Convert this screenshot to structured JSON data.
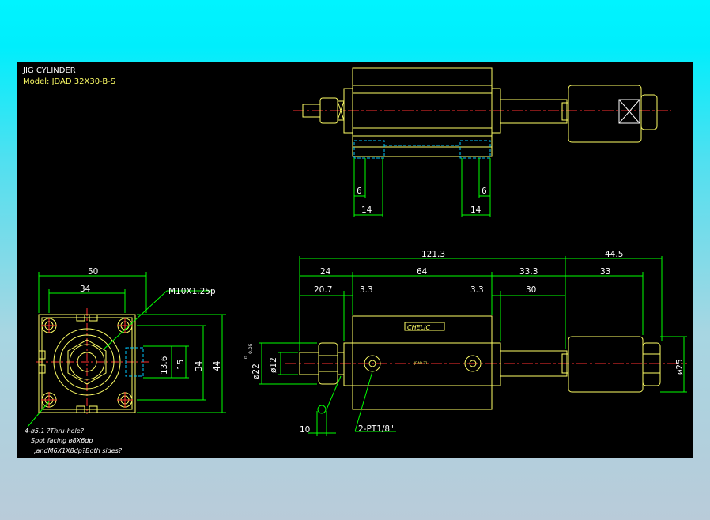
{
  "title": {
    "line1": "JIG CYLINDER",
    "line2": "Model: JDAD 32X30-B-S"
  },
  "colors": {
    "outline": "#ffff66",
    "dimension": "#00ff00",
    "centerline": "#ff3030",
    "hidden": "#00c8ff",
    "text": "#ffffff",
    "background": "#000000"
  },
  "dimensions": {
    "top_view": {
      "left_6": "6",
      "left_14": "14",
      "right_6": "6",
      "right_14": "14"
    },
    "end_view": {
      "width_50": "50",
      "width_34": "34",
      "thread": "M10X1.25p",
      "height_44": "44",
      "height_34": "34",
      "height_15": "15",
      "height_13_6": "13.6"
    },
    "side_view": {
      "overall": "121.3",
      "rod_ext": "44.5",
      "d24": "24",
      "d64": "64",
      "d33_3": "33.3",
      "d33": "33",
      "d20_7": "20.7",
      "d3_3_left": "3.3",
      "d3_3_right": "3.3",
      "d30": "30",
      "dia22": "ø22",
      "dia22_tol": "-0.05",
      "dia22_tol2": "0",
      "dia12": "ø12",
      "dia25": "ø25",
      "d10": "10",
      "port": "2-PT1/8\""
    }
  },
  "notes": [
    "4-ø5.1 ?Thru-hole?",
    "Spot facing ø8X6dp",
    ",andM6X1X8dp?Both sides?"
  ],
  "labels": {
    "brand": "CHELIC",
    "body_text": "JDAD 32"
  }
}
